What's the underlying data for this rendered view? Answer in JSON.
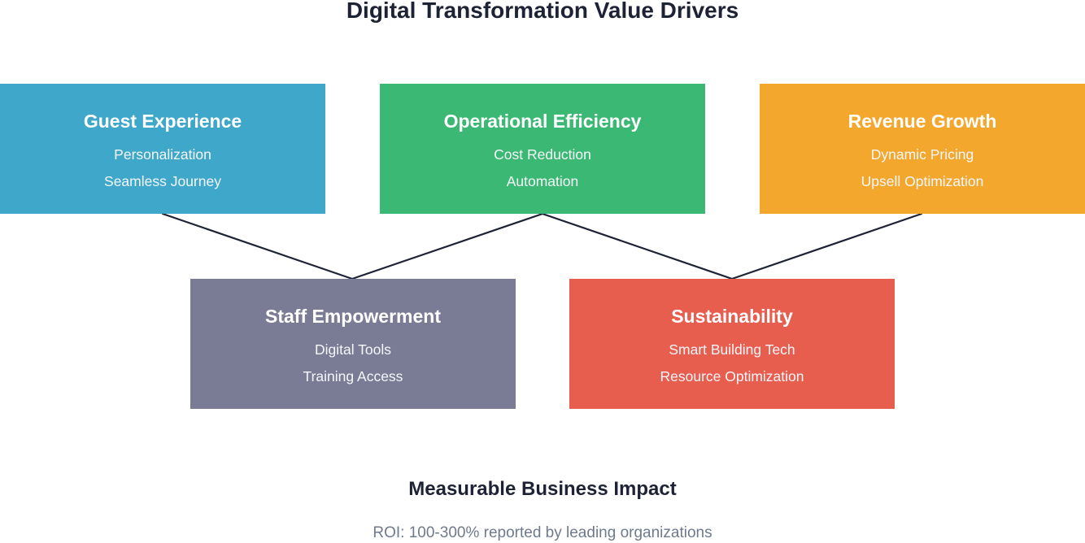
{
  "title": "Digital Transformation Value Drivers",
  "colors": {
    "guest": "#3fa8ca",
    "operational": "#3bb873",
    "revenue": "#f3a72d",
    "staff": "#7a7c95",
    "sustainability": "#e75e4f",
    "connector": "#1e2235"
  },
  "drivers": [
    {
      "title": "Guest Experience",
      "items": [
        "Personalization",
        "Seamless Journey"
      ]
    },
    {
      "title": "Operational Efficiency",
      "items": [
        "Cost Reduction",
        "Automation"
      ]
    },
    {
      "title": "Revenue Growth",
      "items": [
        "Dynamic Pricing",
        "Upsell Optimization"
      ]
    },
    {
      "title": "Staff Empowerment",
      "items": [
        "Digital Tools",
        "Training Access"
      ]
    },
    {
      "title": "Sustainability",
      "items": [
        "Smart Building Tech",
        "Resource Optimization"
      ]
    }
  ],
  "impact": {
    "title": "Measurable Business Impact",
    "subtitle": "ROI: 100-300% reported by leading organizations"
  }
}
